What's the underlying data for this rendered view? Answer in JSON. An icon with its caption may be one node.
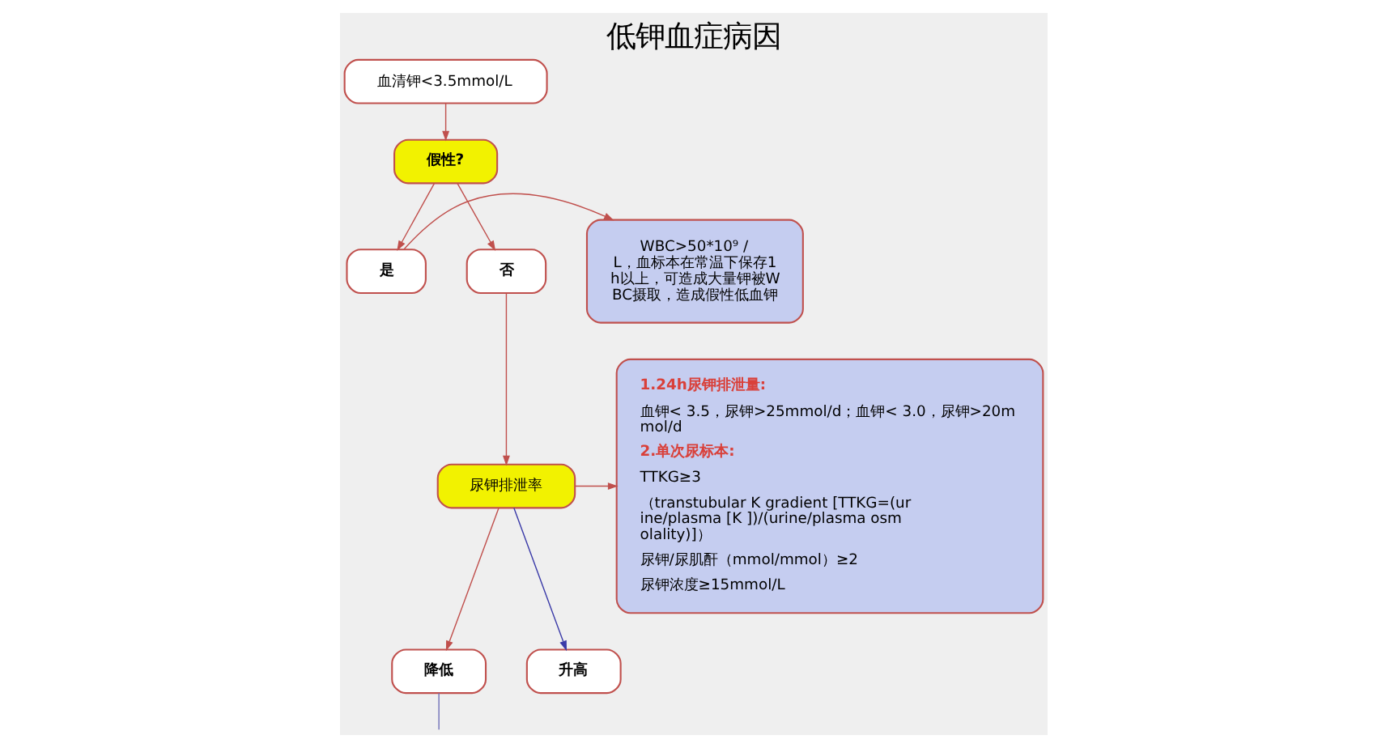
{
  "diagram": {
    "title": "低钾血症病因",
    "nodes": [
      {
        "text": [
          "血清钾<3.5mmol/L"
        ]
      },
      {
        "text": [
          "假性?"
        ]
      },
      {
        "text": [
          "是"
        ]
      },
      {
        "text": [
          "否"
        ]
      },
      {
        "text": [
          "WBC>50*10⁹ /L，血标本在常温下保存1h以上，可造成大量钾被WBC摄取，造成假性低血钾"
        ]
      },
      {
        "text": [
          "尿钾排泄率"
        ]
      },
      {
        "text": [
          "1.24h尿钾排泄量:",
          "血钾< 3.5，尿钾>25mmol/d；血钾< 3.0，尿钾>20mmol/d",
          "2.单次尿标本:",
          "TTKG≥3",
          "（transtubular K gradient [TTKG=(urine/plasma [K ])/(urine/plasma osmolality)]）",
          "尿钾/尿肌酐（mmol/mmol）≥2",
          "尿钾浓度≥15mmol/L"
        ]
      },
      {
        "text": [
          "降低"
        ]
      },
      {
        "text": [
          "升高"
        ]
      }
    ],
    "edges": [
      {
        "from": 0,
        "to": 1,
        "arrow": "to"
      },
      {
        "from": 1,
        "to": 2,
        "arrow": "to"
      },
      {
        "from": 1,
        "to": 3,
        "arrow": "to"
      },
      {
        "from": 2,
        "to": 4,
        "arrow": "to"
      },
      {
        "from": 3,
        "to": 5,
        "arrow": "to"
      },
      {
        "from": 5,
        "to": 6,
        "arrow": "to"
      },
      {
        "from": 5,
        "to": 7,
        "arrow": "to"
      },
      {
        "from": 5,
        "to": 8,
        "arrow": "to",
        "color": "#3b3ba8"
      },
      {
        "from": 7,
        "to": null,
        "arrow": "none",
        "color": "#7070b8"
      }
    ]
  }
}
